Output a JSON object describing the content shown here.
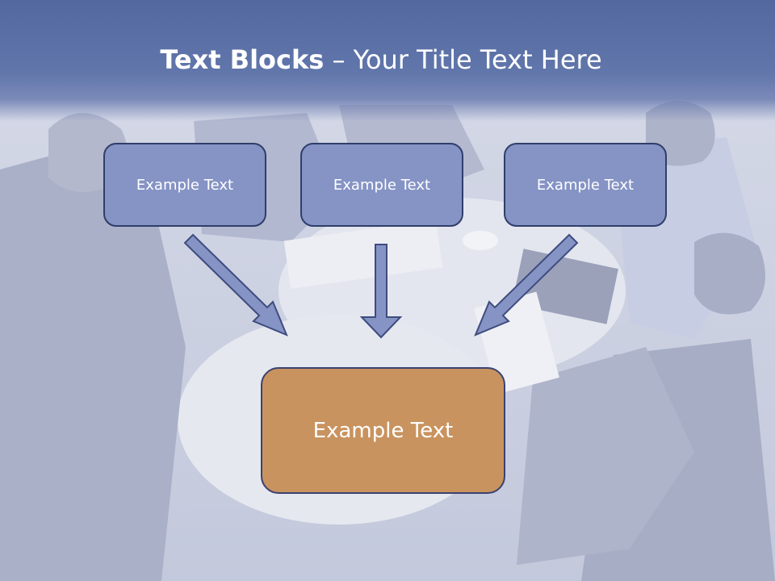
{
  "slide": {
    "title_bold": "Text Blocks",
    "title_rest": "– Your Title Text Here"
  },
  "blocks": [
    {
      "label": "Example Text"
    },
    {
      "label": "Example Text"
    },
    {
      "label": "Example Text"
    }
  ],
  "center_block": {
    "label": "Example Text"
  },
  "colors": {
    "header": "#5e73a9",
    "block_fill": "#8593c5",
    "block_border": "#2f3e69",
    "center_fill": "#c9935f",
    "arrow_fill": "#8593c5"
  },
  "icons": {
    "arrow": "down-arrow-icon"
  }
}
